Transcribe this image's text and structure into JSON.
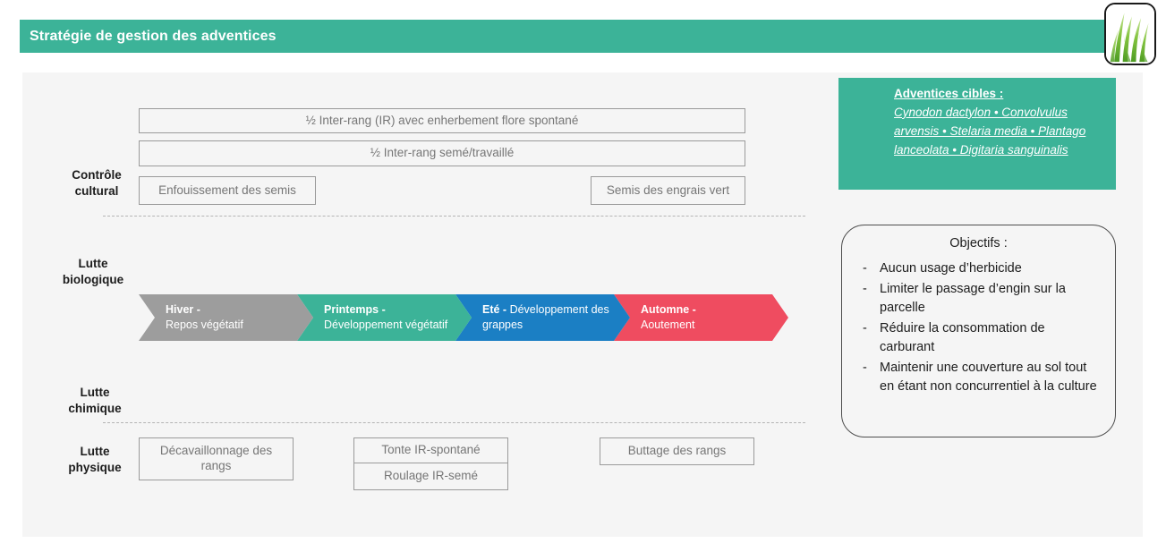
{
  "title": {
    "text": "Stratégie de gestion des adventices",
    "banner_color": "#3cb398"
  },
  "logo": {
    "name": "grass-logo",
    "border_color": "#1a1a1a",
    "blade_color": "#7ac043"
  },
  "rows": {
    "controle_cultural": "Contrôle\ncultural",
    "lutte_biologique": "Lutte\nbiologique",
    "lutte_chimique": "Lutte\nchimique",
    "lutte_physique": "Lutte\nphysique"
  },
  "boxes": {
    "ir_spontane": "½ Inter-rang (IR) avec enherbement flore spontané",
    "ir_seme": "½ Inter-rang semé/travaillé",
    "enfouissement": "Enfouissement des semis",
    "engrais_vert": "Semis des engrais vert",
    "decavaillonnage": "Décavaillonnage des rangs",
    "tonte": "Tonte IR-spontané",
    "roulage": "Roulage IR-semé",
    "buttage": "Buttage des rangs"
  },
  "seasons": [
    {
      "name": "Hiver - ",
      "desc": "Repos végétatif",
      "color": "#9d9d9d"
    },
    {
      "name": "Printemps - ",
      "desc": "Développement végétatif",
      "color": "#3cb398"
    },
    {
      "name": "Eté - ",
      "desc": "Développement des grappes",
      "color": "#1b7fc4"
    },
    {
      "name": "Automne - ",
      "desc": "Aoutement",
      "color": "#ef4c60"
    }
  ],
  "adventices": {
    "heading": "Adventices cibles :",
    "species_line": "Cynodon dactylon • Convolvulus arvensis • Stelaria media • Plantago lanceolata • Digitaria sanguinalis",
    "background": "#3cb398"
  },
  "objectifs": {
    "title": "Objectifs :",
    "dash": "-",
    "items": [
      "Aucun usage d’herbicide",
      "Limiter le passage d’engin sur la parcelle",
      "Réduire la consommation de carburant",
      "Maintenir une couverture au sol tout en étant non concurrentiel à la culture"
    ]
  }
}
